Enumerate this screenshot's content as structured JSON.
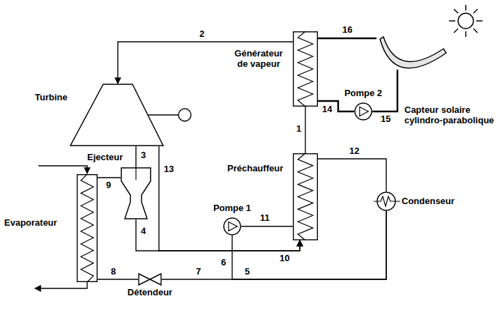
{
  "diagram": {
    "nodes": [
      {
        "text": [
          "Générateur de vapeur"
        ]
      },
      {
        "text": [
          "Capteur solaire cylindro-parabolique"
        ]
      },
      {
        "text": [
          "Pompe 2"
        ]
      },
      {
        "text": [
          "Turbine"
        ]
      },
      {
        "text": [
          "Préchauffeur"
        ]
      },
      {
        "text": [
          "Ejecteur"
        ]
      },
      {
        "text": [
          "Condenseur"
        ]
      },
      {
        "text": [
          "Pompe 1"
        ]
      },
      {
        "text": [
          "Evaporateur"
        ]
      },
      {
        "text": [
          "Détendeur"
        ]
      }
    ],
    "edges": [
      {
        "from": 0,
        "to": 3,
        "label": "2",
        "arrow": "to"
      },
      {
        "from": 3,
        "to": 5,
        "label": "3",
        "arrow": "none"
      },
      {
        "from": 3,
        "to": 4,
        "label": "13",
        "arrow": "to"
      },
      {
        "from": 5,
        "to": 4,
        "label": "4",
        "arrow": "to"
      },
      {
        "from": 4,
        "to": 6,
        "label": "12",
        "arrow": "none"
      },
      {
        "from": 6,
        "to": 7,
        "arrow": "none"
      },
      {
        "from": 6,
        "to": 9,
        "arrow": "none"
      },
      {
        "from": 7,
        "to": 4,
        "label": "11",
        "arrow": "none"
      },
      {
        "from": 4,
        "to": 0,
        "label": "1",
        "arrow": "none"
      },
      {
        "from": 1,
        "to": 0,
        "label": "16",
        "arrow": "none"
      },
      {
        "from": 0,
        "to": 2,
        "label": "14",
        "arrow": "none"
      },
      {
        "from": 2,
        "to": 1,
        "label": "15",
        "arrow": "none"
      },
      {
        "from": 9,
        "to": 8,
        "label": "8",
        "arrow": "none"
      },
      {
        "from": 8,
        "to": 5,
        "label": "9",
        "arrow": "none"
      }
    ],
    "labels": [
      "5",
      "6",
      "7",
      "10"
    ]
  }
}
